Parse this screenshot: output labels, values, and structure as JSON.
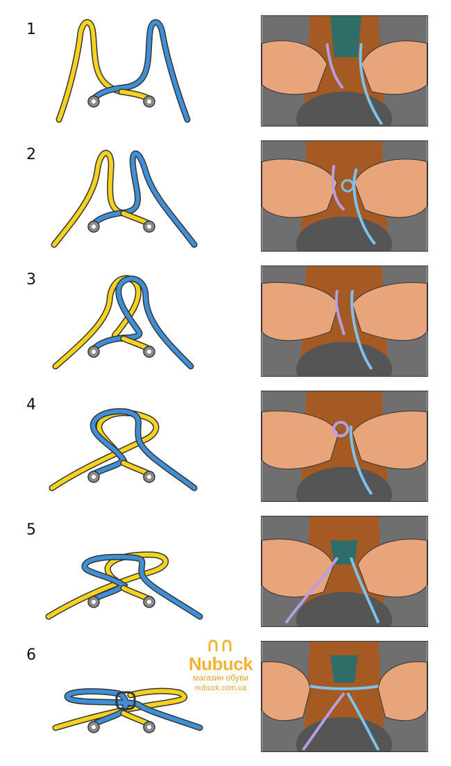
{
  "steps": [
    {
      "number": "1",
      "stage": "cross"
    },
    {
      "number": "2",
      "stage": "loops-leaning"
    },
    {
      "number": "3",
      "stage": "loops-crossed"
    },
    {
      "number": "4",
      "stage": "loop-through"
    },
    {
      "number": "5",
      "stage": "pulling"
    },
    {
      "number": "6",
      "stage": "finished-bow"
    }
  ],
  "colors": {
    "lace_left": "#f5d21f",
    "lace_right": "#3f8fd6",
    "eyelet": "#8a8a8a",
    "photo_shoe": "#a55a24",
    "photo_bg": "#6f6f6f",
    "photo_skin": "#e8a57c",
    "photo_lace_purple": "#b79ee4",
    "photo_lace_blue": "#7ec3ee"
  },
  "logo": {
    "brand": "Nubuck",
    "tagline": "магазин обуви",
    "url": "nubuck.com.ua"
  }
}
